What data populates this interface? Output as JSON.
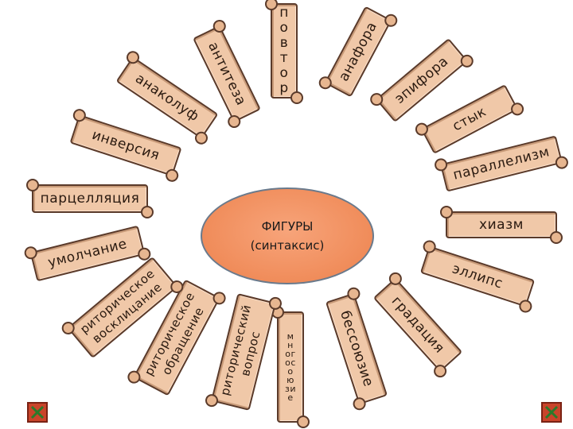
{
  "center": {
    "title": "ФИГУРЫ",
    "subtitle": "(синтаксис)"
  },
  "figures": {
    "povtor": "повтор",
    "anafora": "анафора",
    "epifora": "эпифора",
    "styk": "стык",
    "parallelizm": "параллелизм",
    "hiazm": "хиазм",
    "ellips": "эллипс",
    "gradaciya": "градация",
    "bessoyuzie": "бессоюзие",
    "mnogosoyuzie": "многосоюзие",
    "ritor_vopros_1": "риторический",
    "ritor_vopros_2": "вопрос",
    "ritor_obr_1": "риторическое",
    "ritor_obr_2": "обращение",
    "ritor_voskl_1": "риторическое",
    "ritor_voskl_2": "восклицание",
    "umolchanie": "умолчание",
    "parcellyaciya": "парцелляция",
    "inversiya": "инверсия",
    "anakoluf": "анаколуф",
    "antiteza": "антитеза"
  },
  "colors": {
    "scroll_fill": "#f0c8a8",
    "scroll_border": "#5a3a2a",
    "center_fill": "#f08c5a",
    "nav_button": "#c9442a"
  },
  "icons": {
    "left": "cross-x-icon",
    "right": "cross-x-icon"
  }
}
